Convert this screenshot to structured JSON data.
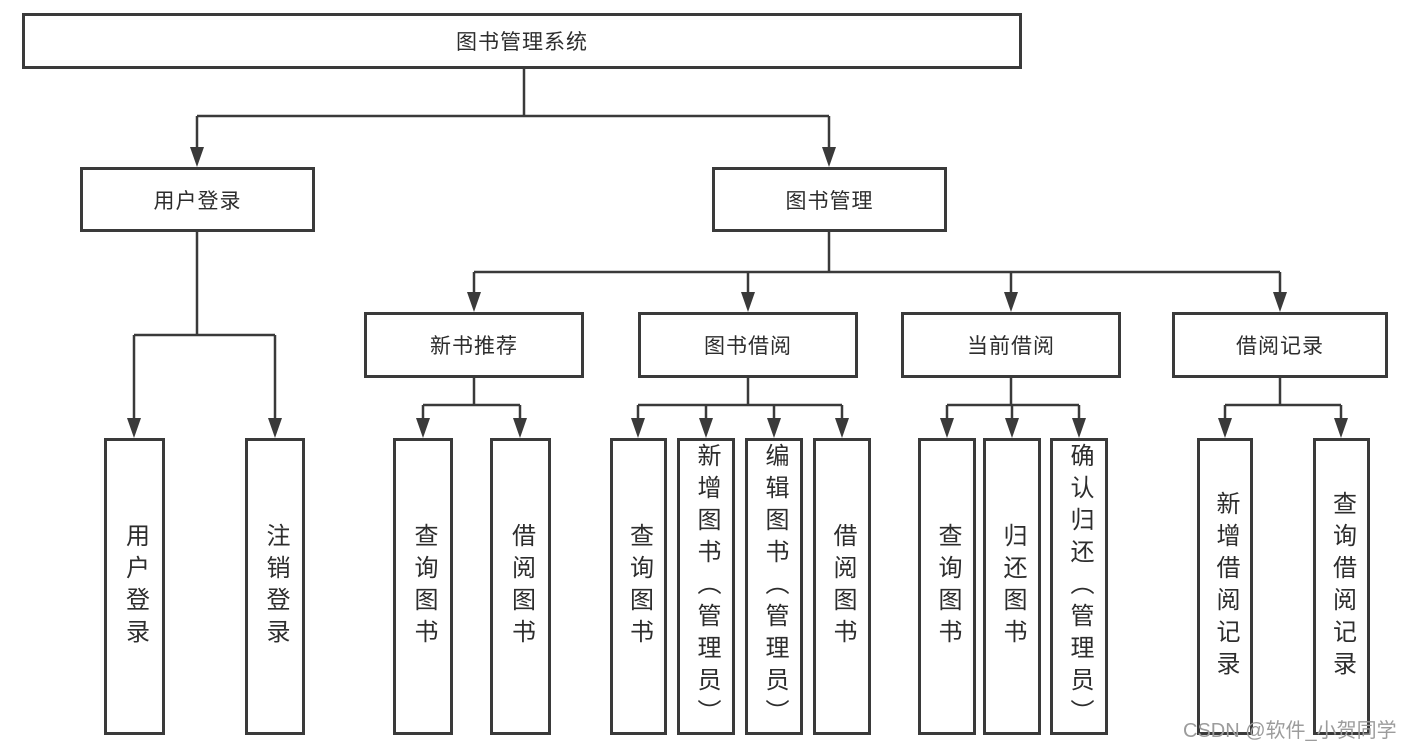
{
  "tree": {
    "label": "图书管理系统",
    "children": [
      {
        "label": "用户登录",
        "children": [
          {
            "label": "用户登录"
          },
          {
            "label": "注销登录"
          }
        ]
      },
      {
        "label": "图书管理",
        "children": [
          {
            "label": "新书推荐",
            "children": [
              {
                "label": "查询图书"
              },
              {
                "label": "借阅图书"
              }
            ]
          },
          {
            "label": "图书借阅",
            "children": [
              {
                "label": "查询图书"
              },
              {
                "label": "新增图书（管理员）"
              },
              {
                "label": "编辑图书（管理员）"
              },
              {
                "label": "借阅图书"
              }
            ]
          },
          {
            "label": "当前借阅",
            "children": [
              {
                "label": "查询图书"
              },
              {
                "label": "归还图书"
              },
              {
                "label": "确认归还（管理员）"
              }
            ]
          },
          {
            "label": "借阅记录",
            "children": [
              {
                "label": "新增借阅记录"
              },
              {
                "label": "查询借阅记录"
              }
            ]
          }
        ]
      }
    ]
  },
  "watermark": {
    "text": "CSDN @软件_小贺同学"
  },
  "colors": {
    "line": "#3a3a3a",
    "text": "#2d2d2d",
    "watermark": "#9c9c9c",
    "background": "#ffffff"
  }
}
